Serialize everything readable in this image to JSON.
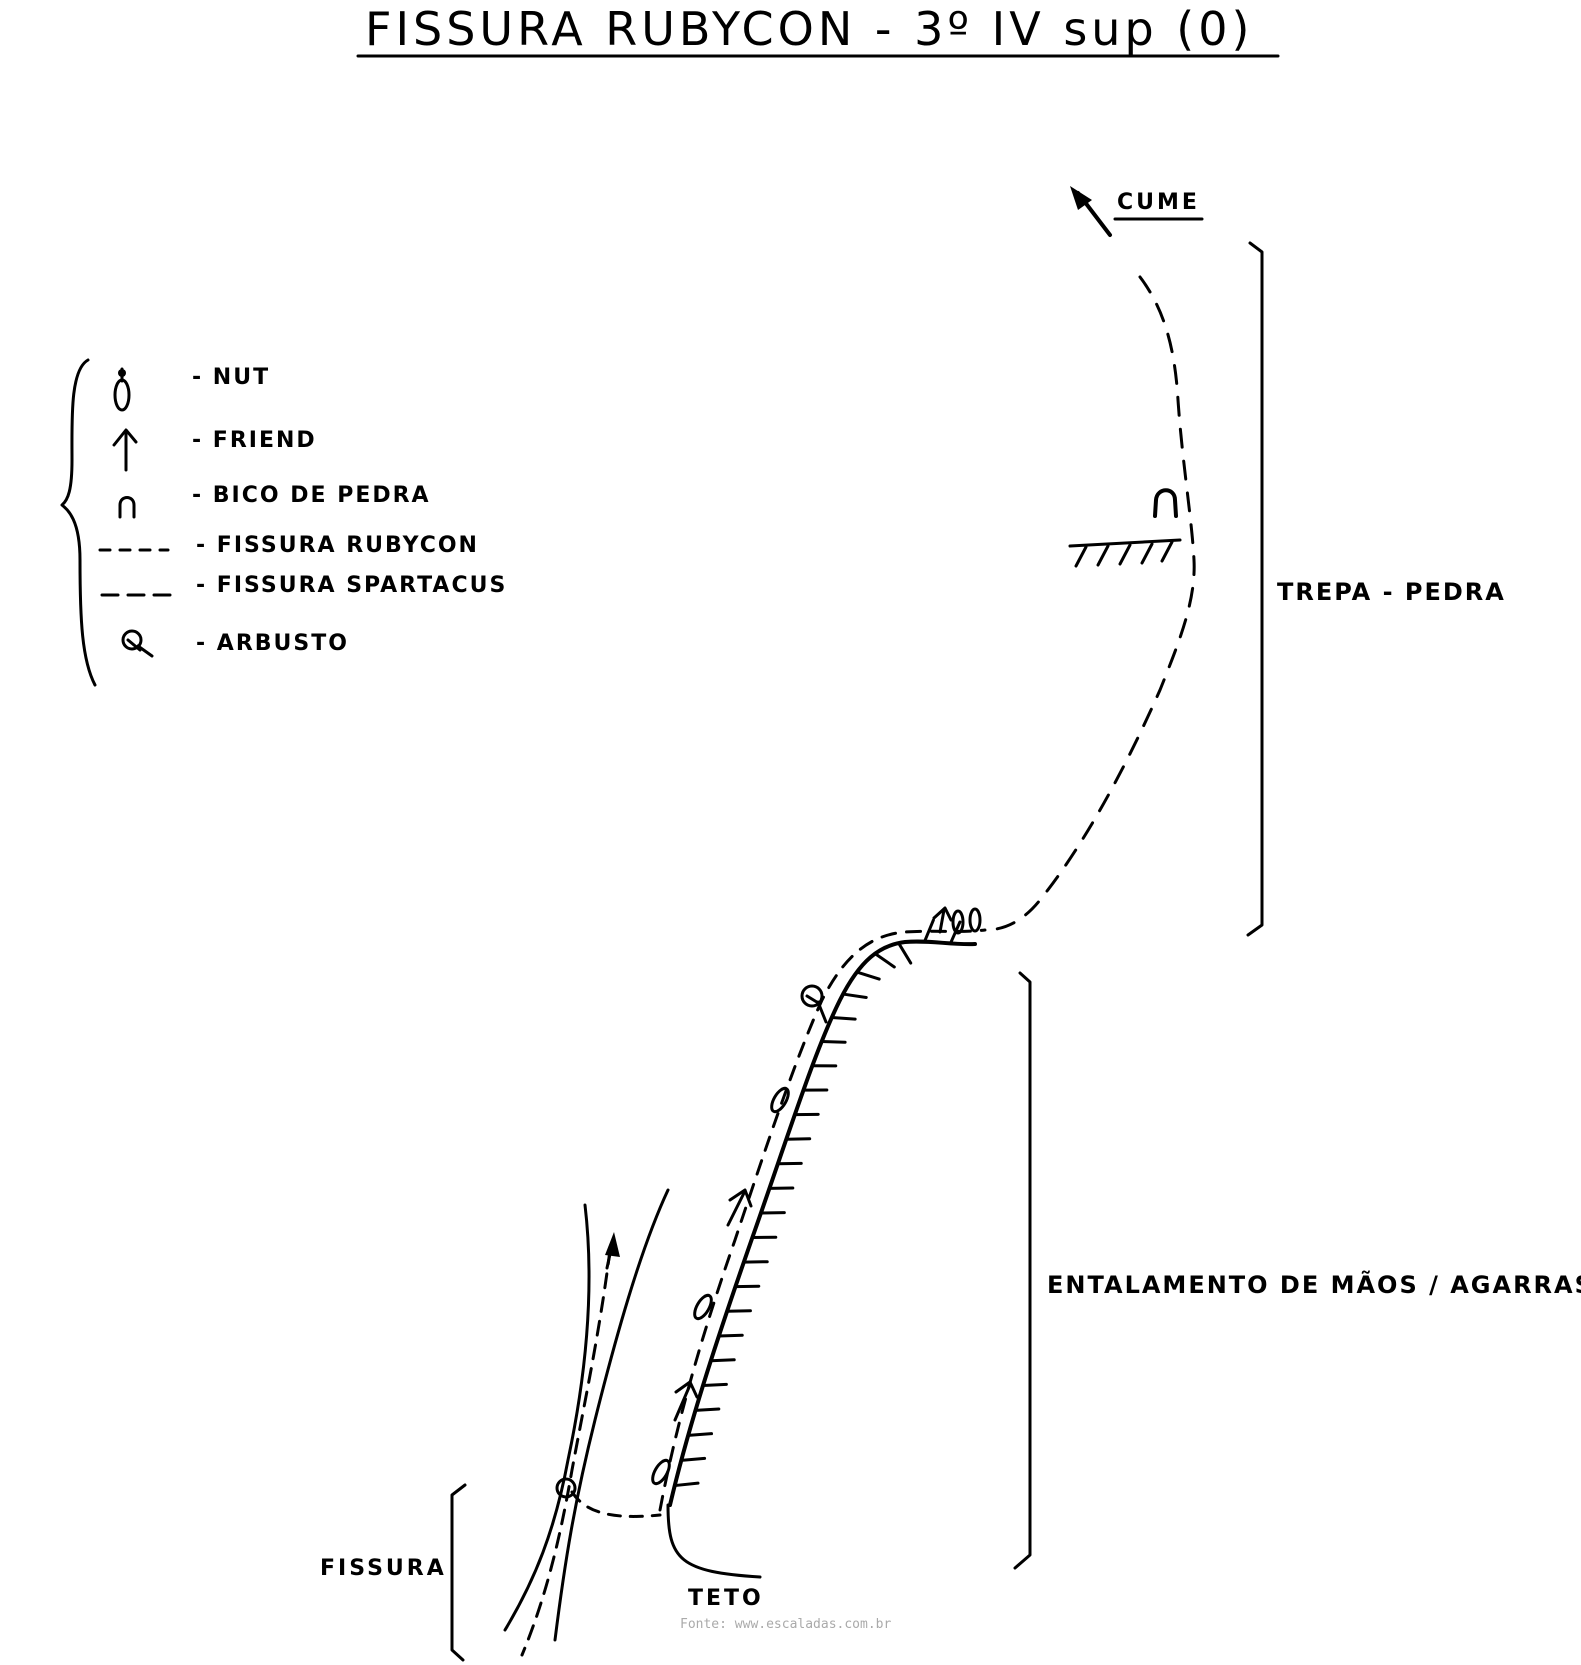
{
  "title": "FISSURA RUBYCON - 3º IV sup (0)",
  "legend": {
    "items": [
      {
        "symbol": "nut-icon",
        "label": "- NUT"
      },
      {
        "symbol": "friend-icon",
        "label": "- FRIEND"
      },
      {
        "symbol": "rock-horn-icon",
        "label": "- BICO DE PEDRA"
      },
      {
        "symbol": "dashed-line-short",
        "label": "- FISSURA RUBYCON"
      },
      {
        "symbol": "dashed-line-long",
        "label": "- FISSURA SPARTACUS"
      },
      {
        "symbol": "bush-icon",
        "label": "- ARBUSTO"
      }
    ]
  },
  "labels": {
    "summit": "CUME",
    "section_upper": "TREPA - PEDRA",
    "section_middle": "ENTALAMENTO DE MÃOS / AGARRAS",
    "section_lower": "FISSURA",
    "roof": "TETO"
  },
  "source": "Fonte: www.escaladas.com.br",
  "colors": {
    "ink": "#000000",
    "paper": "#ffffff",
    "source_text": "#aaaaaa"
  }
}
